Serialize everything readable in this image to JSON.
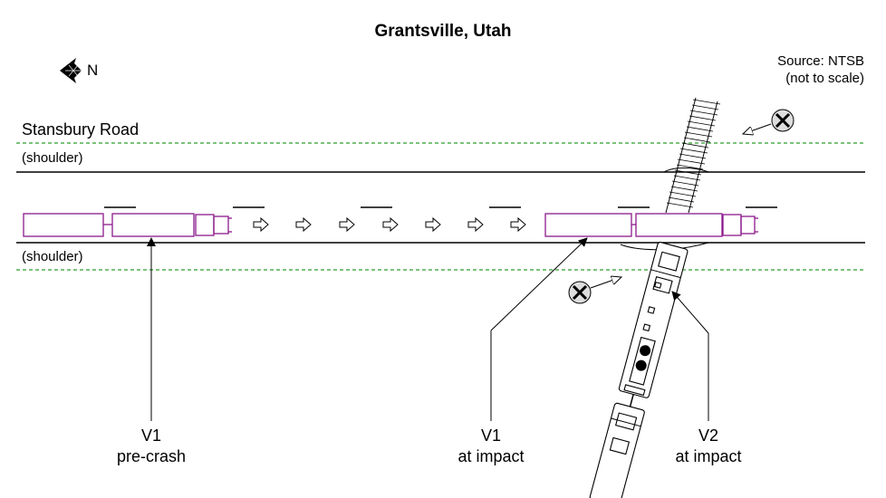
{
  "title": "Grantsville, Utah",
  "source": {
    "line1": "Source:  NTSB",
    "line2": "(not to scale)"
  },
  "north_label": "N",
  "road": {
    "name": "Stansbury Road",
    "shoulder_top": "(shoulder)",
    "shoulder_bottom": "(shoulder)"
  },
  "labels": {
    "v1_pre": {
      "line1": "V1",
      "line2": "pre-crash"
    },
    "v1_impact": {
      "line1": "V1",
      "line2": "at impact"
    },
    "v2_impact": {
      "line1": "V2",
      "line2": "at impact"
    }
  },
  "colors": {
    "truck": "#8b1a8b",
    "shoulder_line": "#2e9e2e",
    "line": "#000000"
  },
  "icons": [
    "north-arrow-icon",
    "crossbuck-icon",
    "direction-arrow-icon"
  ]
}
